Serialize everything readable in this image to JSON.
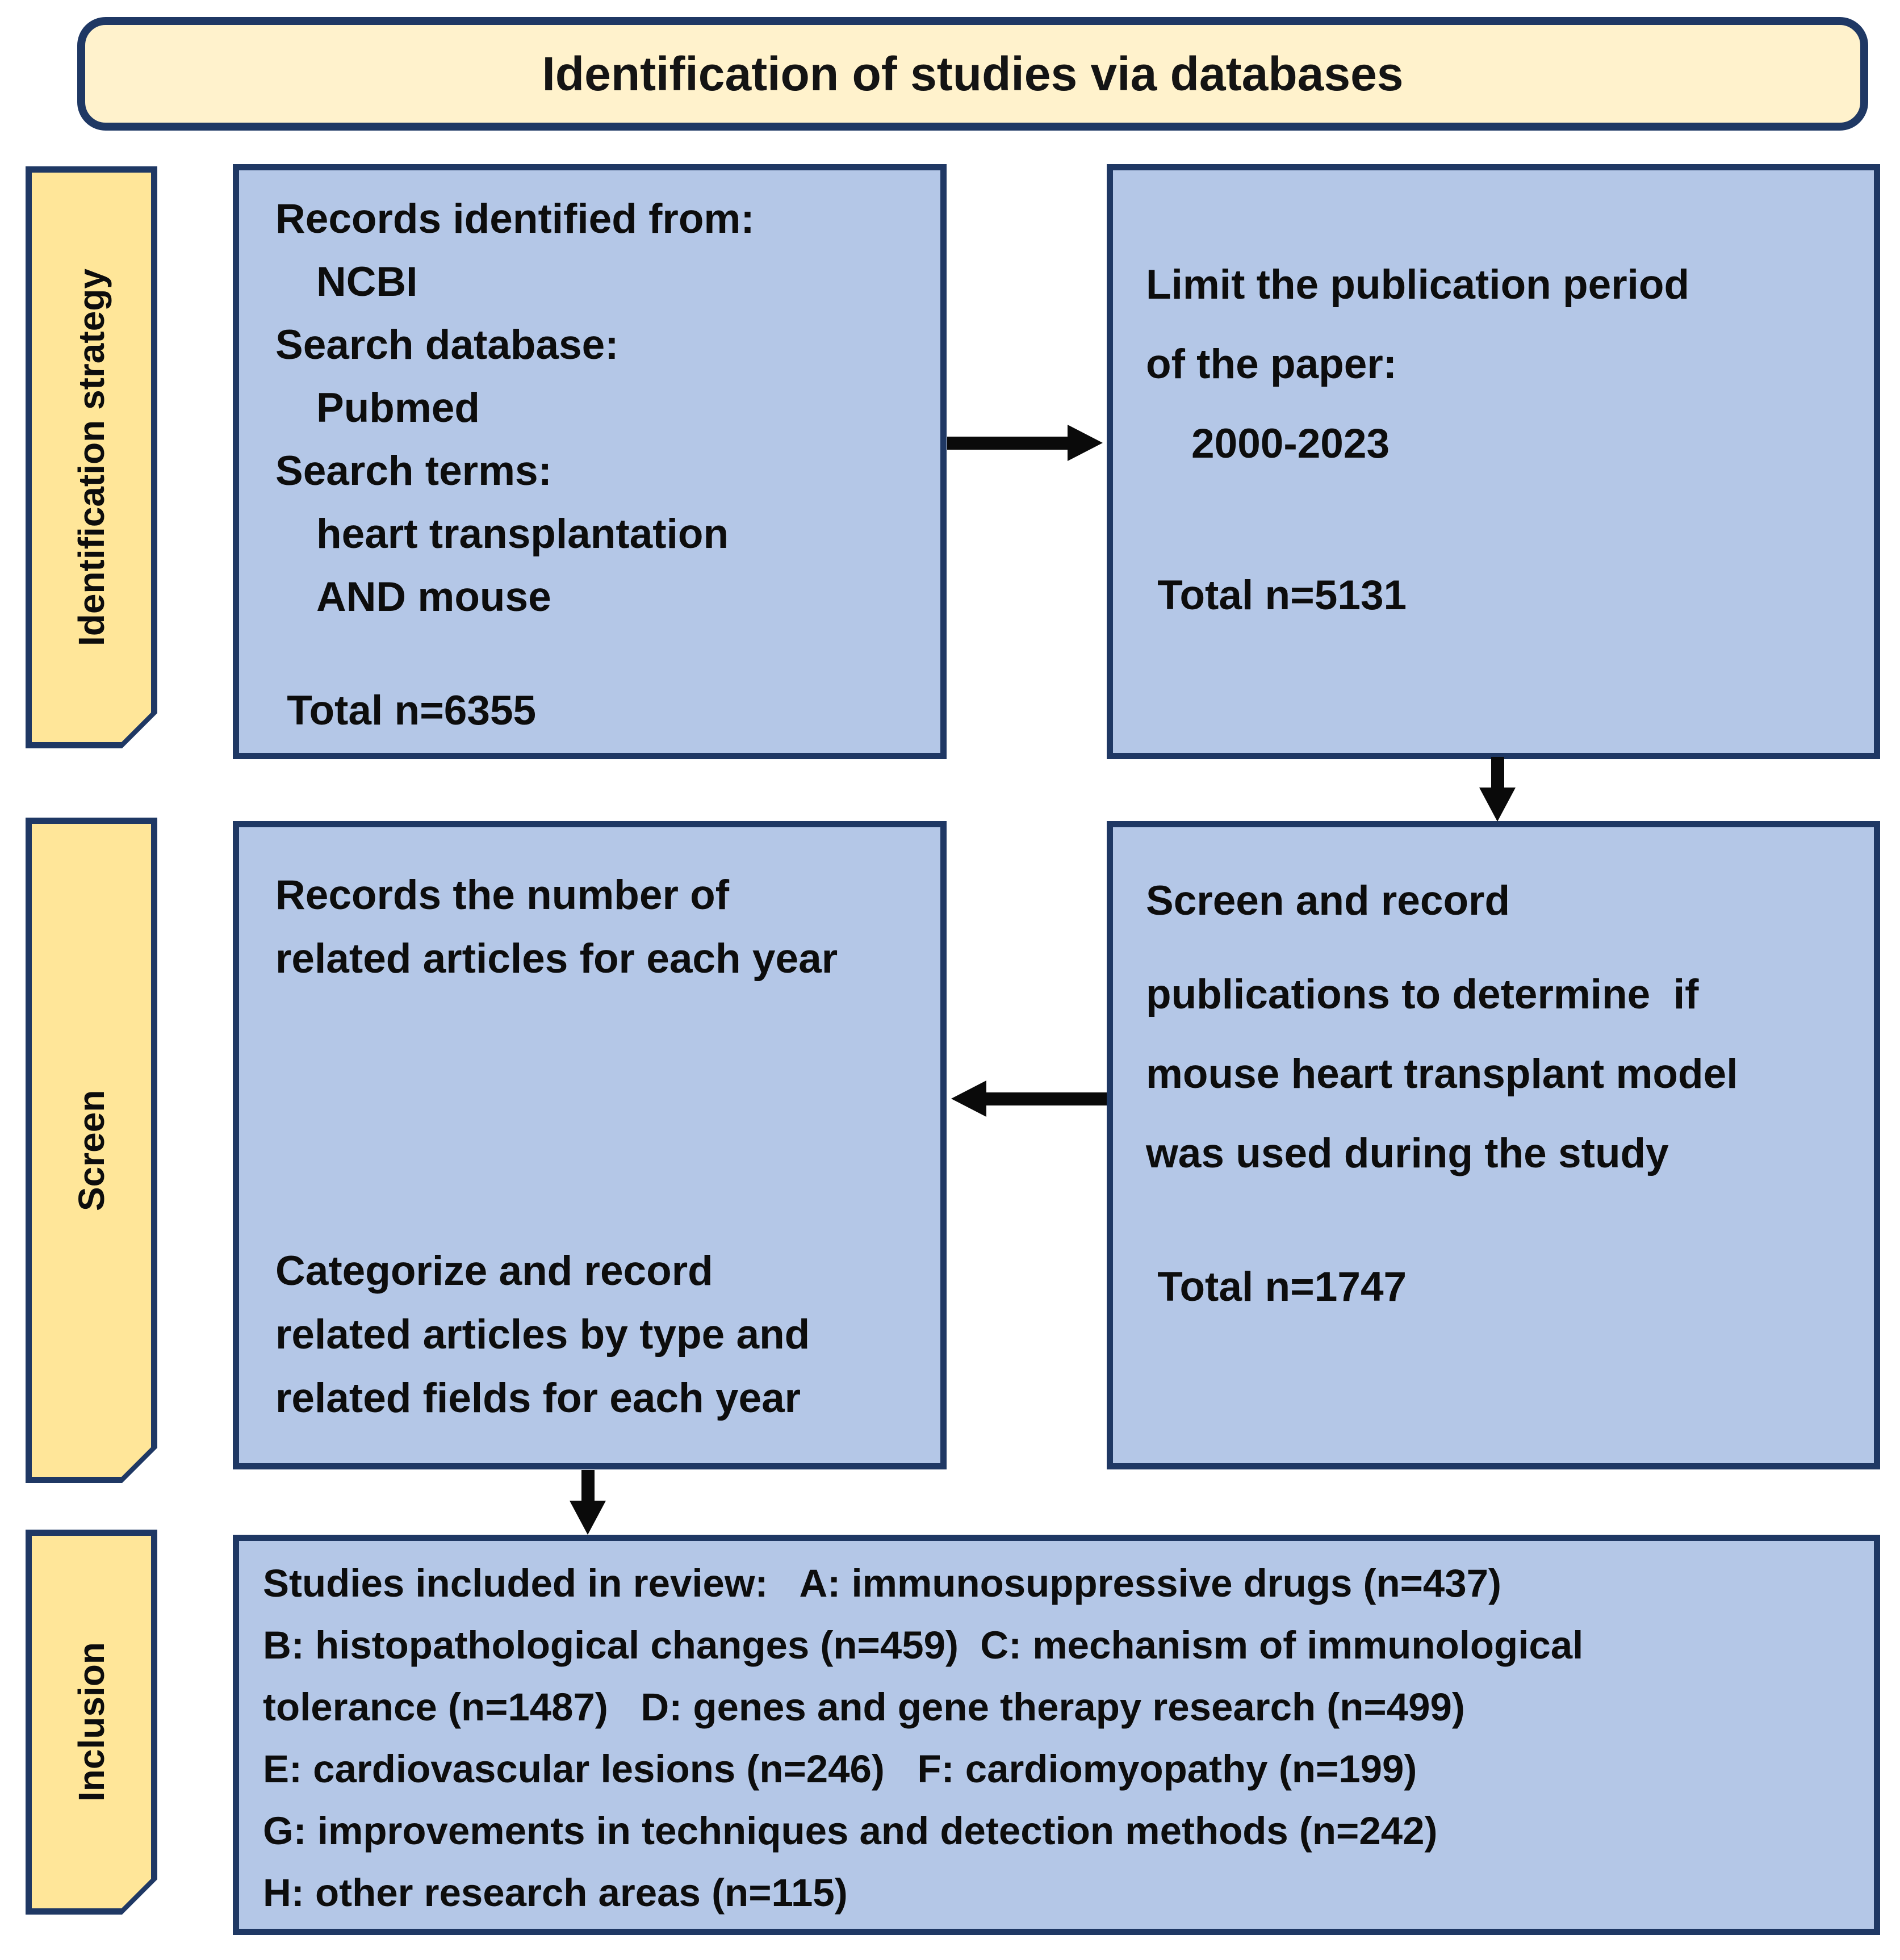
{
  "title": "Identification of studies via databases",
  "stages": [
    {
      "label": "Identification strategy"
    },
    {
      "label": "Screen"
    },
    {
      "label": "Inclusion"
    }
  ],
  "boxes": {
    "identification": {
      "lines": [
        "Records identified from:",
        "NCBI",
        "Search database:",
        "Pubmed",
        "Search terms:",
        "heart transplantation",
        "AND mouse"
      ],
      "total": " Total n=6355"
    },
    "limit_period": {
      "lines": [
        "Limit the publication period",
        "of the paper:",
        "2000-2023"
      ],
      "total": " Total n=5131"
    },
    "record_yearly": {
      "para1": [
        "Records the number of",
        "related articles for each year"
      ],
      "para2": [
        "Categorize and record",
        "related articles by type and",
        "related fields for each year"
      ]
    },
    "screen_publications": {
      "lines": [
        "Screen and record",
        "publications to determine  if",
        "mouse heart transplant model",
        "was used during the study"
      ],
      "total": " Total n=1747"
    },
    "included": {
      "lines": [
        "Studies included in review:   A: immunosuppressive drugs (n=437)",
        "B: histopathological changes (n=459)  C: mechanism of immunological",
        "tolerance (n=1487)   D: genes and gene therapy research (n=499)",
        "E: cardiovascular lesions (n=246)   F: cardiomyopathy (n=199)",
        "G: improvements in techniques and detection methods (n=242)",
        "H: other research areas (n=115)"
      ]
    }
  },
  "colors": {
    "process_box_fill": "#b4c7e7",
    "stage_label_fill": "#ffe699",
    "title_fill": "#fff2cc",
    "border": "#1f3864",
    "arrow": "#0a0a0a",
    "text": "#0d0d0d"
  }
}
